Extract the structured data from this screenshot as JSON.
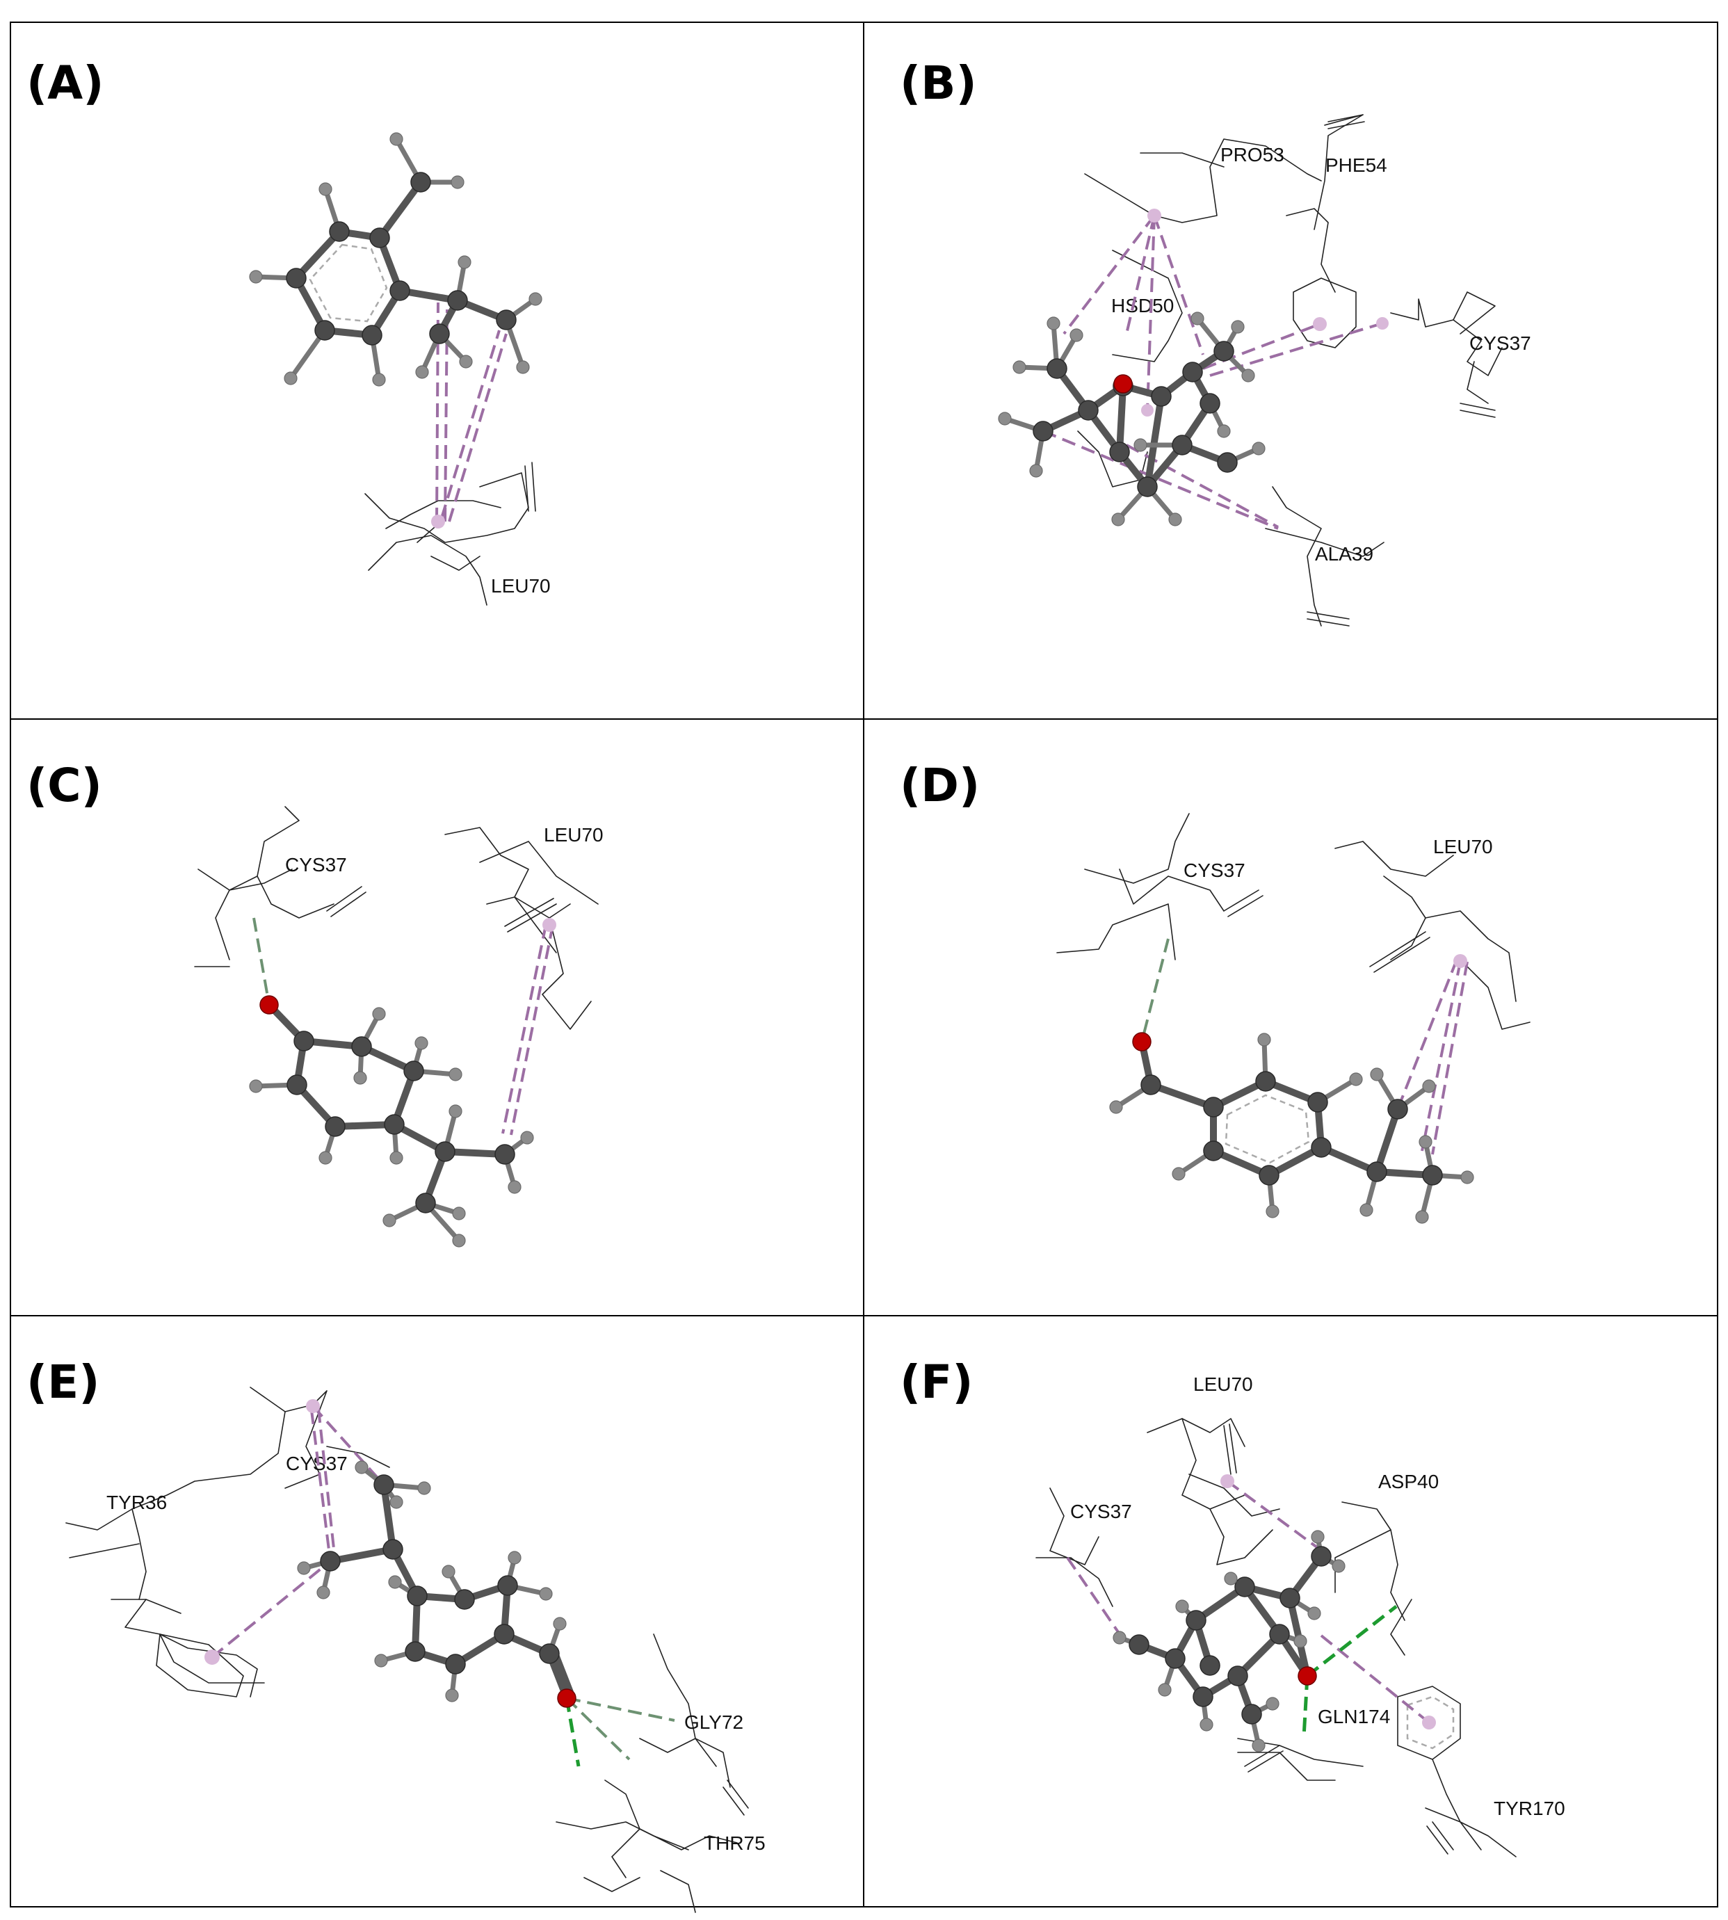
{
  "panels": [
    {
      "letter": "(A)",
      "residues": [
        "LEU70"
      ]
    },
    {
      "letter": "(B)",
      "residues": [
        "PRO53",
        "PHE54",
        "HSD50",
        "CYS37",
        "ALA39"
      ]
    },
    {
      "letter": "(C)",
      "residues": [
        "CYS37",
        "LEU70"
      ]
    },
    {
      "letter": "(D)",
      "residues": [
        "CYS37",
        "LEU70"
      ]
    },
    {
      "letter": "(E)",
      "residues": [
        "CYS37",
        "TYR36",
        "GLY72",
        "THR75"
      ]
    },
    {
      "letter": "(F)",
      "residues": [
        "LEU70",
        "ASP40",
        "CYS37",
        "GLN174",
        "TYR170"
      ]
    }
  ],
  "colors": {
    "alkyl_interaction": "#9c6ea3",
    "hydrogen_bond": "#6d9272",
    "conventional_hbond": "#1d9b30",
    "oxygen_atom": "#c00000",
    "carbon_atom": "#4a4a4a",
    "hydrogen_atom": "#8c8c8c"
  }
}
